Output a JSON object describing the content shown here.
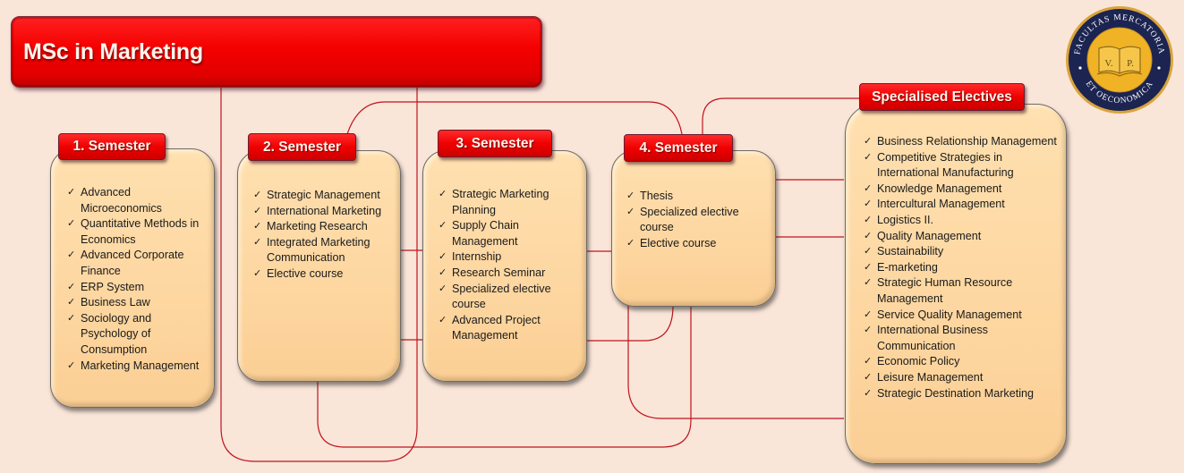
{
  "title": "MSc in Marketing",
  "logo": {
    "top_text": "FACULTAS MERCATORIA",
    "bottom_text": "ET OECONOMICA",
    "initials_left": "V.",
    "initials_right": "P.",
    "colors": {
      "ring": "#1c2451",
      "gold": "#f0b325"
    }
  },
  "check_icon": "✓",
  "colors": {
    "background": "#fae5d9",
    "header_red": "#f00000",
    "card_fill": "#fdd6a0",
    "connector": "#c0141c"
  },
  "semesters": [
    {
      "label": "1. Semester",
      "courses": [
        "Advanced Microeconomics",
        "Quantitative Methods in Economics",
        "Advanced Corporate Finance",
        "ERP System",
        "Business Law",
        "Sociology and Psychology of Consumption",
        "Marketing Management"
      ]
    },
    {
      "label": "2. Semester",
      "courses": [
        "Strategic Management",
        "International Marketing",
        "Marketing Research",
        "Integrated Marketing Communication",
        "Elective course"
      ]
    },
    {
      "label": "3. Semester",
      "courses": [
        "Strategic Marketing Planning",
        "Supply Chain Management",
        "Internship",
        "Research Seminar",
        "Specialized elective course",
        "Advanced Project Management"
      ]
    },
    {
      "label": "4. Semester",
      "courses": [
        "Thesis",
        "Specialized elective course",
        "Elective course"
      ]
    }
  ],
  "electives": {
    "label": "Specialised Electives",
    "courses": [
      "Business Relationship Management",
      "Competitive Strategies in International Manufacturing",
      "Knowledge Management",
      "Intercultural Management",
      "Logistics II.",
      "Quality Management",
      "Sustainability",
      "E-marketing",
      "Strategic Human Resource Management",
      "Service Quality Management",
      "International Business Communication",
      "Economic Policy",
      "Leisure Management",
      "Strategic Destination Marketing"
    ]
  }
}
